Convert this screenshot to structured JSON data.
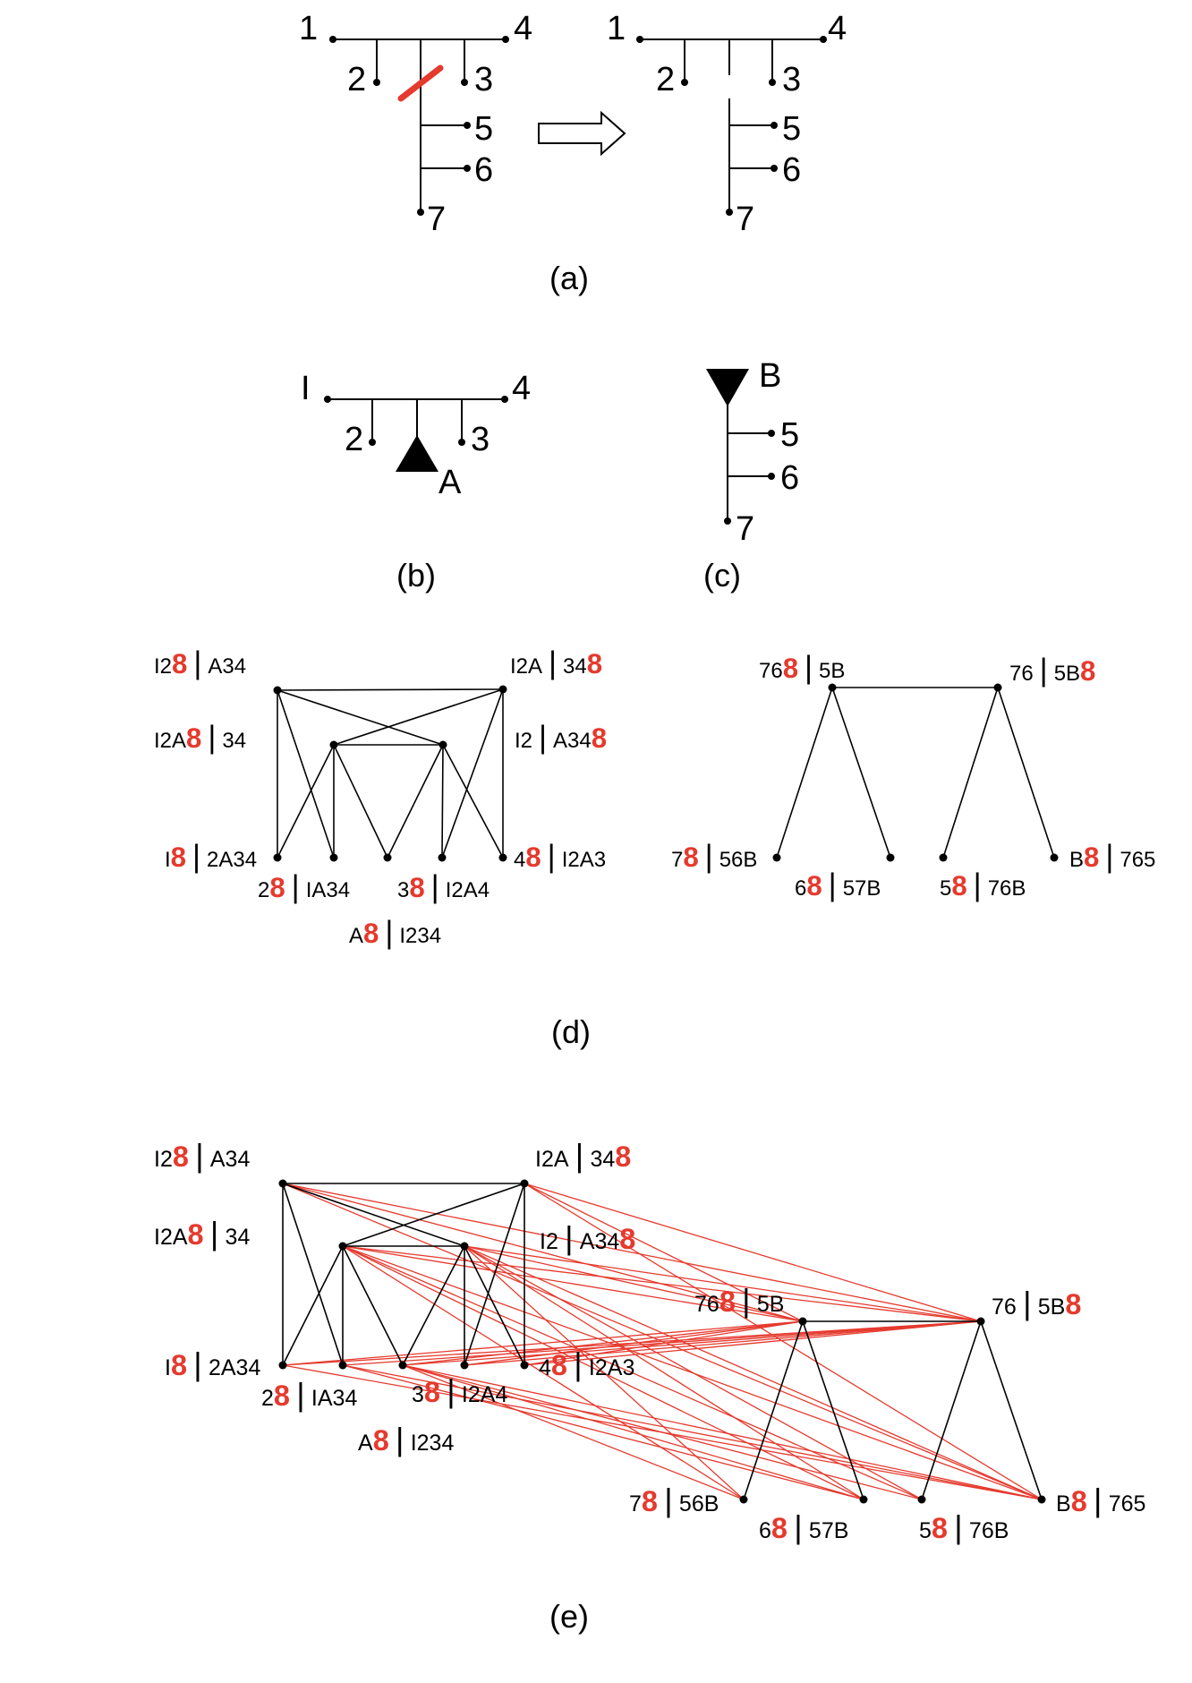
{
  "colors": {
    "ink": "#000000",
    "accent": "#e53a2e",
    "background": "#ffffff"
  },
  "captions": {
    "a": "(a)",
    "b": "(b)",
    "c": "(c)",
    "d": "(d)",
    "e": "(e)"
  },
  "panel_a": {
    "left_tree_labels": [
      "1",
      "4",
      "2",
      "3",
      "5",
      "6",
      "7"
    ],
    "right_tree_labels": [
      "1",
      "4",
      "2",
      "3",
      "5",
      "6",
      "7"
    ],
    "arrow": "right-arrow-icon"
  },
  "panel_b": {
    "labels": [
      "I",
      "4",
      "2",
      "3",
      "A"
    ],
    "marker": "triangle-up-icon"
  },
  "panel_c": {
    "labels": [
      "B",
      "5",
      "6",
      "7"
    ],
    "marker": "triangle-down-icon"
  },
  "left_graph_labels": [
    {
      "pre": "I2",
      "eight": "8",
      "mid": "",
      "post": "A34"
    },
    {
      "pre": "I2A",
      "eight": "",
      "mid": "",
      "post": "348"
    },
    {
      "pre": "I2A",
      "eight": "8",
      "mid": "",
      "post": "34"
    },
    {
      "pre": "I2",
      "eight": "",
      "mid": "",
      "post": "A348"
    },
    {
      "pre": "I",
      "eight": "8",
      "mid": "",
      "post": "2A34"
    },
    {
      "pre": "2",
      "eight": "8",
      "mid": "",
      "post": "IA34"
    },
    {
      "pre": "3",
      "eight": "8",
      "mid": "",
      "post": "I2A4"
    },
    {
      "pre": "4",
      "eight": "8",
      "mid": "",
      "post": "I2A3"
    },
    {
      "pre": "A",
      "eight": "8",
      "mid": "",
      "post": "I234"
    }
  ],
  "right_graph_labels": [
    {
      "pre": "76",
      "eight": "8",
      "post": "5B"
    },
    {
      "pre": "76",
      "eight": "",
      "post": "5B8"
    },
    {
      "pre": "7",
      "eight": "8",
      "post": "56B"
    },
    {
      "pre": "6",
      "eight": "8",
      "post": "57B"
    },
    {
      "pre": "5",
      "eight": "8",
      "post": "76B"
    },
    {
      "pre": "B",
      "eight": "8",
      "post": "765"
    }
  ]
}
